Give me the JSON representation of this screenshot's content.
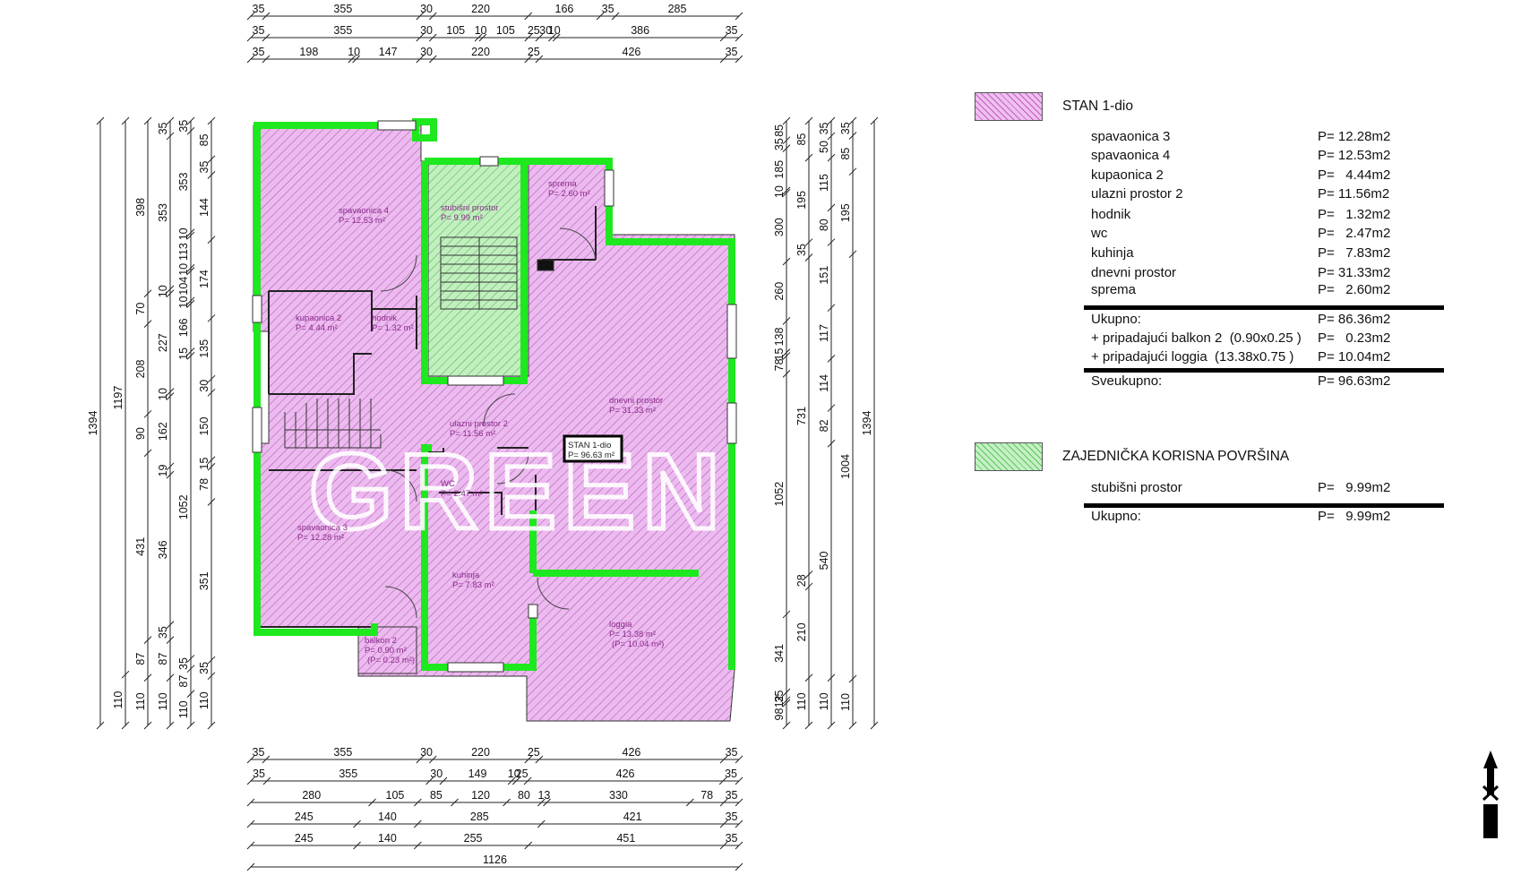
{
  "dims": {
    "top": [
      [
        "35",
        "355",
        "30",
        "220",
        "166",
        "35",
        "285"
      ],
      [
        "35",
        "355",
        "30",
        "105",
        "10",
        "105",
        "25",
        "30",
        "10",
        "386",
        "35"
      ],
      [
        "35",
        "198",
        "10",
        "147",
        "30",
        "220",
        "25",
        "426",
        "35"
      ]
    ],
    "bottom": [
      [
        "35",
        "355",
        "30",
        "220",
        "25",
        "426",
        "35"
      ],
      [
        "35",
        "355",
        "30",
        "149",
        "10",
        "25",
        "426",
        "35"
      ],
      [
        "280",
        "105",
        "85",
        "120",
        "80",
        "13",
        "330",
        "78",
        "35"
      ],
      [
        "245",
        "140",
        "285",
        "421",
        "35"
      ],
      [
        "245",
        "140",
        "255",
        "451",
        "35"
      ],
      [
        "1126"
      ]
    ],
    "left": [
      [
        "1394"
      ],
      [
        "1197",
        "110"
      ],
      [
        "398",
        "70",
        "208",
        "90",
        "431",
        "87",
        "110"
      ],
      [
        "35",
        "353",
        "10",
        "227",
        "10",
        "162",
        "19",
        "346",
        "35",
        "87",
        "110"
      ],
      [
        "35",
        "353",
        "10",
        "113",
        "10",
        "104",
        "10",
        "166",
        "15",
        "1052",
        "35",
        "87",
        "110"
      ],
      [
        "85",
        "35",
        "144",
        "174",
        "135",
        "30",
        "150",
        "15",
        "78",
        "351",
        "35",
        "110"
      ]
    ],
    "right": [
      [
        "85",
        "35",
        "185",
        "10",
        "300",
        "260",
        "138",
        "15",
        "78",
        "1052",
        "341",
        "35",
        "12",
        "98"
      ],
      [
        "85",
        "195",
        "35",
        "731",
        "28",
        "210",
        "110"
      ],
      [
        "35",
        "50",
        "115",
        "80",
        "151",
        "117",
        "114",
        "82",
        "540",
        "110"
      ],
      [
        "35",
        "85",
        "195",
        "1004",
        "110"
      ],
      [
        "1394"
      ]
    ]
  },
  "rooms": [
    {
      "name": "spavaonica 4",
      "area": "P= 12.53 m²"
    },
    {
      "name": "stubišni prostor",
      "area": "P= 9.99 m²"
    },
    {
      "name": "sprema",
      "area": "P= 2.60 m²"
    },
    {
      "name": "kupaonica 2",
      "area": "P= 4.44 m²"
    },
    {
      "name": "hodnik",
      "area": "P= 1.32 m²"
    },
    {
      "name": "ulazni prostor 2",
      "area": "P= 11.56 m²"
    },
    {
      "name": "dnevni prostor",
      "area": "P= 31.33 m²"
    },
    {
      "name": "WC",
      "area": "P= 2.47 m²"
    },
    {
      "name": "spavaonica 3",
      "area": "P= 12.28 m²"
    },
    {
      "name": "kuhinja",
      "area": "P= 7.83 m²"
    },
    {
      "name": "loggia",
      "area": "P= 13.38 m²",
      "extra": "(P= 10.04 m²)"
    },
    {
      "name": "balkon 2",
      "area": "P= 0.90 m²",
      "extra": "(P= 0.23 m²)"
    }
  ],
  "stan_tag": {
    "line1": "STAN 1-dio",
    "line2": "P= 96.63 m²"
  },
  "watermark": "GREEN",
  "legend": {
    "unit1": {
      "title": "STAN 1-dio",
      "rows": [
        {
          "name": "spavaonica 3",
          "value": "P= 12.28m2"
        },
        {
          "name": "spavaonica 4",
          "value": "P= 12.53m2"
        },
        {
          "name": "kupaonica 2",
          "value": "P=   4.44m2"
        },
        {
          "name": "ulazni prostor 2",
          "value": "P= 11.56m2"
        },
        {
          "name": "hodnik",
          "value": "P=   1.32m2"
        },
        {
          "name": "wc",
          "value": "P=   2.47m2"
        },
        {
          "name": "kuhinja",
          "value": "P=   7.83m2"
        },
        {
          "name": "dnevni prostor",
          "value": "P= 31.33m2"
        },
        {
          "name": "sprema",
          "value": "P=   2.60m2"
        }
      ],
      "ukupno": {
        "name": "Ukupno:",
        "value": "P= 86.36m2"
      },
      "extras": [
        {
          "name": "+ pripadajući balkon 2  (0.90x0.25 )",
          "value": "P=   0.23m2"
        },
        {
          "name": "+ pripadajući loggia  (13.38x0.75 )",
          "value": "P= 10.04m2"
        }
      ],
      "sveukupno": {
        "name": "Sveukupno:",
        "value": "P= 96.63m2"
      }
    },
    "unit2": {
      "title": "ZAJEDNIČKA KORISNA POVRŠINA",
      "rows": [
        {
          "name": "stubišni prostor",
          "value": "P=   9.99m2"
        }
      ],
      "ukupno": {
        "name": "Ukupno:",
        "value": "P=   9.99m2"
      }
    }
  },
  "colors": {
    "wall": "#1ee81e",
    "unit": "#e9b6ec",
    "hatch_unit": "#b54ab8",
    "common": "#b9ecb5",
    "hatch_common": "#3fb43c",
    "text_room": "#8a2a8a"
  }
}
